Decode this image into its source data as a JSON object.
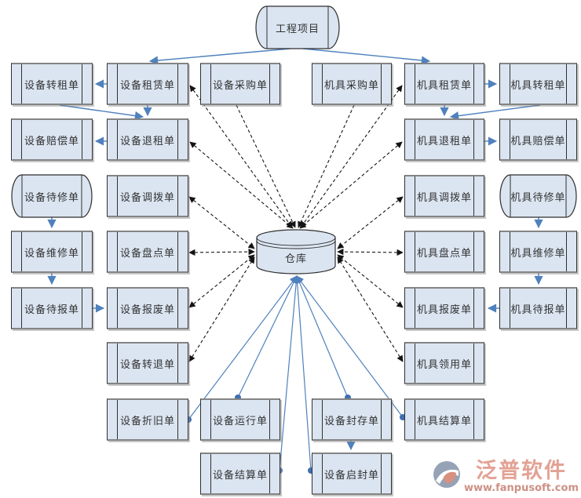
{
  "diagram": {
    "nodes": [
      {
        "id": "project",
        "label": "工程项目",
        "shape": "drum"
      },
      {
        "id": "warehouse",
        "label": "仓库",
        "shape": "cylinder"
      },
      {
        "id": "equip-sublease",
        "label": "设备转租单",
        "shape": "process"
      },
      {
        "id": "equip-compensation",
        "label": "设备赔偿单",
        "shape": "process"
      },
      {
        "id": "equip-repair-pending",
        "label": "设备待修单",
        "shape": "drum"
      },
      {
        "id": "equip-repair",
        "label": "设备维修单",
        "shape": "process"
      },
      {
        "id": "equip-report-pending",
        "label": "设备待报单",
        "shape": "process"
      },
      {
        "id": "equip-lease",
        "label": "设备租赁单",
        "shape": "process"
      },
      {
        "id": "equip-lease-return",
        "label": "设备退租单",
        "shape": "process"
      },
      {
        "id": "equip-transfer",
        "label": "设备调拨单",
        "shape": "process"
      },
      {
        "id": "equip-stocktake",
        "label": "设备盘点单",
        "shape": "process"
      },
      {
        "id": "equip-scrap",
        "label": "设备报废单",
        "shape": "process"
      },
      {
        "id": "equip-return-transfer",
        "label": "设备转退单",
        "shape": "process"
      },
      {
        "id": "equip-depreciation",
        "label": "设备折旧单",
        "shape": "process"
      },
      {
        "id": "equip-purchase",
        "label": "设备采购单",
        "shape": "process"
      },
      {
        "id": "equip-operation",
        "label": "设备运行单",
        "shape": "process"
      },
      {
        "id": "equip-settlement",
        "label": "设备结算单",
        "shape": "process"
      },
      {
        "id": "mach-purchase",
        "label": "机具采购单",
        "shape": "process"
      },
      {
        "id": "equip-sealing",
        "label": "设备封存单",
        "shape": "process"
      },
      {
        "id": "equip-unsealing",
        "label": "设备启封单",
        "shape": "process"
      },
      {
        "id": "mach-lease",
        "label": "机具租赁单",
        "shape": "process"
      },
      {
        "id": "mach-lease-return",
        "label": "机具退租单",
        "shape": "process"
      },
      {
        "id": "mach-transfer",
        "label": "机具调拨单",
        "shape": "process"
      },
      {
        "id": "mach-stocktake",
        "label": "机具盘点单",
        "shape": "process"
      },
      {
        "id": "mach-scrap",
        "label": "机具报废单",
        "shape": "process"
      },
      {
        "id": "mach-requisition",
        "label": "机具领用单",
        "shape": "process"
      },
      {
        "id": "mach-settlement",
        "label": "机具结算单",
        "shape": "process"
      },
      {
        "id": "mach-sublease",
        "label": "机具转租单",
        "shape": "process"
      },
      {
        "id": "mach-compensation",
        "label": "机具赔偿单",
        "shape": "process"
      },
      {
        "id": "mach-repair-pending",
        "label": "机具待修单",
        "shape": "drum"
      },
      {
        "id": "mach-repair",
        "label": "机具维修单",
        "shape": "process"
      },
      {
        "id": "mach-report-pending",
        "label": "机具待报单",
        "shape": "process"
      }
    ],
    "edges": [
      {
        "from": "project",
        "to": "equip-lease",
        "style": "flow"
      },
      {
        "from": "project",
        "to": "mach-lease",
        "style": "flow"
      },
      {
        "from": "equip-lease",
        "to": "equip-sublease",
        "style": "flow"
      },
      {
        "from": "equip-lease",
        "to": "equip-lease-return",
        "style": "flow"
      },
      {
        "from": "equip-sublease",
        "to": "equip-lease-return",
        "style": "flow"
      },
      {
        "from": "equip-lease-return",
        "to": "equip-compensation",
        "style": "flow"
      },
      {
        "from": "equip-repair-pending",
        "to": "equip-repair",
        "style": "flow"
      },
      {
        "from": "equip-repair",
        "to": "equip-report-pending",
        "style": "flow"
      },
      {
        "from": "equip-report-pending",
        "to": "equip-scrap",
        "style": "flow"
      },
      {
        "from": "mach-lease",
        "to": "mach-sublease",
        "style": "flow"
      },
      {
        "from": "mach-lease",
        "to": "mach-lease-return",
        "style": "flow"
      },
      {
        "from": "mach-sublease",
        "to": "mach-lease-return",
        "style": "flow"
      },
      {
        "from": "mach-lease-return",
        "to": "mach-compensation",
        "style": "flow"
      },
      {
        "from": "mach-repair-pending",
        "to": "mach-repair",
        "style": "flow"
      },
      {
        "from": "mach-repair",
        "to": "mach-report-pending",
        "style": "flow"
      },
      {
        "from": "mach-report-pending",
        "to": "mach-scrap",
        "style": "flow"
      },
      {
        "from": "equip-sealing",
        "to": "equip-unsealing",
        "style": "flow"
      },
      {
        "from": "equip-lease",
        "to": "warehouse",
        "style": "dashed-bidirectional"
      },
      {
        "from": "equip-lease-return",
        "to": "warehouse",
        "style": "dashed-bidirectional"
      },
      {
        "from": "equip-purchase",
        "to": "warehouse",
        "style": "dashed"
      },
      {
        "from": "mach-purchase",
        "to": "warehouse",
        "style": "dashed"
      },
      {
        "from": "mach-lease",
        "to": "warehouse",
        "style": "dashed-bidirectional"
      },
      {
        "from": "mach-lease-return",
        "to": "warehouse",
        "style": "dashed-bidirectional"
      },
      {
        "from": "equip-transfer",
        "to": "warehouse",
        "style": "dashed-bidirectional"
      },
      {
        "from": "equip-stocktake",
        "to": "warehouse",
        "style": "dashed-bidirectional"
      },
      {
        "from": "equip-scrap",
        "to": "warehouse",
        "style": "dashed-bidirectional"
      },
      {
        "from": "equip-return-transfer",
        "to": "warehouse",
        "style": "dashed-bidirectional"
      },
      {
        "from": "mach-transfer",
        "to": "warehouse",
        "style": "dashed-bidirectional"
      },
      {
        "from": "mach-stocktake",
        "to": "warehouse",
        "style": "dashed-bidirectional"
      },
      {
        "from": "mach-scrap",
        "to": "warehouse",
        "style": "dashed-bidirectional"
      },
      {
        "from": "mach-requisition",
        "to": "warehouse",
        "style": "dashed-bidirectional"
      },
      {
        "from": "warehouse",
        "to": "equip-depreciation",
        "style": "dot-link"
      },
      {
        "from": "warehouse",
        "to": "equip-operation",
        "style": "dot-link"
      },
      {
        "from": "warehouse",
        "to": "equip-settlement",
        "style": "dot-link"
      },
      {
        "from": "warehouse",
        "to": "equip-unsealing",
        "style": "dot-link"
      },
      {
        "from": "warehouse",
        "to": "equip-sealing",
        "style": "dot-link"
      },
      {
        "from": "warehouse",
        "to": "mach-settlement",
        "style": "dot-link"
      }
    ]
  },
  "watermark": {
    "brand": "泛普软件",
    "url": "www.fanpusoft.com"
  },
  "colors": {
    "node_fill": "#dbe5f1",
    "flow_arrow": "#4f81bd",
    "dashed_link": "#141414",
    "shadow": "#848484"
  }
}
